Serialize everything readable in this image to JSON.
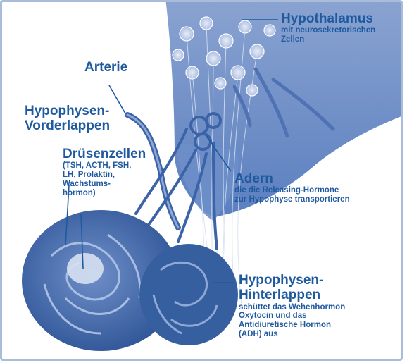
{
  "labels": {
    "hypothalamus": {
      "title": "Hypothalamus",
      "sub": [
        "mit neurosekretorischen",
        "Zellen"
      ]
    },
    "arterie": {
      "title": "Arterie"
    },
    "vorderlappen": {
      "lines": [
        "Hypophysen-",
        "Vorderlappen"
      ]
    },
    "druesenzellen": {
      "title": "Drüsenzellen",
      "sub": [
        "(TSH, ACTH, FSH,",
        "LH, Prolaktin,",
        "Wachstums-",
        "hormon)"
      ]
    },
    "adern": {
      "title": "Adern",
      "sub": [
        "die die Releasing-Hormone",
        "zur Hypophyse transportieren"
      ]
    },
    "hinterlappen": {
      "lines": [
        "Hypophysen-",
        "Hinterlappen"
      ],
      "sub": [
        "schüttet das Wehenhormon",
        "Oxytocin und das",
        "Antidiuretische Hormon",
        "(ADH) aus"
      ]
    }
  },
  "colors": {
    "accent_text": "#1f5a9f",
    "tissue_dark": "#3f67a8",
    "tissue_mid": "#6f8fc4",
    "tissue_light": "#c9d6ec",
    "border": "#a9bcd9"
  }
}
